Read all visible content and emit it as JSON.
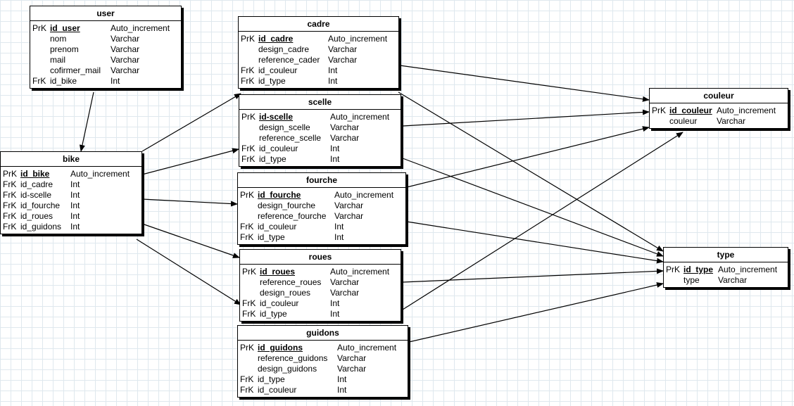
{
  "entities": [
    {
      "id": "user",
      "title": "user",
      "fields": [
        {
          "key": "PrK",
          "name": "id_user",
          "type": "Auto_increment",
          "pk": true
        },
        {
          "key": "",
          "name": "nom",
          "type": "Varchar"
        },
        {
          "key": "",
          "name": "prenom",
          "type": "Varchar"
        },
        {
          "key": "",
          "name": "mail",
          "type": "Varchar"
        },
        {
          "key": "",
          "name": "cofirmer_mail",
          "type": "Varchar"
        },
        {
          "key": "FrK",
          "name": "id_bike",
          "type": "Int"
        }
      ]
    },
    {
      "id": "bike",
      "title": "bike",
      "fields": [
        {
          "key": "PrK",
          "name": "id_bike",
          "type": "Auto_increment",
          "pk": true
        },
        {
          "key": "FrK",
          "name": "id_cadre",
          "type": "Int"
        },
        {
          "key": "FrK",
          "name": "id-scelle",
          "type": "Int"
        },
        {
          "key": "FrK",
          "name": "id_fourche",
          "type": "Int"
        },
        {
          "key": "FrK",
          "name": "id_roues",
          "type": "Int"
        },
        {
          "key": "FrK",
          "name": "id_guidons",
          "type": "Int"
        }
      ]
    },
    {
      "id": "cadre",
      "title": "cadre",
      "fields": [
        {
          "key": "PrK",
          "name": "id_cadre",
          "type": "Auto_increment",
          "pk": true
        },
        {
          "key": "",
          "name": "design_cadre",
          "type": "Varchar"
        },
        {
          "key": "",
          "name": "reference_cader",
          "type": "Varchar"
        },
        {
          "key": "FrK",
          "name": "id_couleur",
          "type": "Int"
        },
        {
          "key": "FrK",
          "name": "id_type",
          "type": "Int"
        }
      ]
    },
    {
      "id": "scelle",
      "title": "scelle",
      "fields": [
        {
          "key": "PrK",
          "name": "id-scelle",
          "type": "Auto_increment",
          "pk": true
        },
        {
          "key": "",
          "name": "design_scelle",
          "type": "Varchar"
        },
        {
          "key": "",
          "name": "reference_scelle",
          "type": "Varchar"
        },
        {
          "key": "FrK",
          "name": "id_couleur",
          "type": "Int"
        },
        {
          "key": "FrK",
          "name": "id_type",
          "type": "Int"
        }
      ]
    },
    {
      "id": "fourche",
      "title": "fourche",
      "fields": [
        {
          "key": "PrK",
          "name": "id_fourche",
          "type": "Auto_increment",
          "pk": true
        },
        {
          "key": "",
          "name": "design_fourche",
          "type": "Varchar"
        },
        {
          "key": "",
          "name": "reference_fourche",
          "type": "Varchar"
        },
        {
          "key": "FrK",
          "name": "id_couleur",
          "type": "Int"
        },
        {
          "key": "FrK",
          "name": "id_type",
          "type": "Int"
        }
      ]
    },
    {
      "id": "roues",
      "title": "roues",
      "fields": [
        {
          "key": "PrK",
          "name": "id_roues",
          "type": "Auto_increment",
          "pk": true
        },
        {
          "key": "",
          "name": "reference_roues",
          "type": "Varchar"
        },
        {
          "key": "",
          "name": "design_roues",
          "type": "Varchar"
        },
        {
          "key": "FrK",
          "name": "id_couleur",
          "type": "Int"
        },
        {
          "key": "FrK",
          "name": "id_type",
          "type": "Int"
        }
      ]
    },
    {
      "id": "guidons",
      "title": "guidons",
      "fields": [
        {
          "key": "PrK",
          "name": "id_guidons",
          "type": "Auto_increment",
          "pk": true
        },
        {
          "key": "",
          "name": "reference_guidons",
          "type": "Varchar"
        },
        {
          "key": "",
          "name": "design_guidons",
          "type": "Varchar"
        },
        {
          "key": "FrK",
          "name": "id_type",
          "type": "Int"
        },
        {
          "key": "FrK",
          "name": "id_couleur",
          "type": "Int"
        }
      ]
    },
    {
      "id": "couleur",
      "title": "couleur",
      "fields": [
        {
          "key": "PrK",
          "name": "id_couleur",
          "type": "Auto_increment",
          "pk": true
        },
        {
          "key": "",
          "name": "couleur",
          "type": "Varchar"
        }
      ]
    },
    {
      "id": "type",
      "title": "type",
      "fields": [
        {
          "key": "PrK",
          "name": "id_type",
          "type": "Auto_increment",
          "pk": true
        },
        {
          "key": "",
          "name": "type",
          "type": "Varchar"
        }
      ]
    }
  ],
  "relations": [
    {
      "from": "user",
      "to": "bike"
    },
    {
      "from": "bike",
      "to": "cadre"
    },
    {
      "from": "bike",
      "to": "scelle"
    },
    {
      "from": "bike",
      "to": "fourche"
    },
    {
      "from": "bike",
      "to": "roues"
    },
    {
      "from": "bike",
      "to": "guidons"
    },
    {
      "from": "cadre",
      "to": "couleur"
    },
    {
      "from": "cadre",
      "to": "type"
    },
    {
      "from": "scelle",
      "to": "couleur"
    },
    {
      "from": "scelle",
      "to": "type"
    },
    {
      "from": "fourche",
      "to": "couleur"
    },
    {
      "from": "fourche",
      "to": "type"
    },
    {
      "from": "roues",
      "to": "type"
    },
    {
      "from": "roues",
      "to": "couleur"
    },
    {
      "from": "guidons",
      "to": "type"
    }
  ],
  "colors": {
    "line": "#000000",
    "grid": "#dfe8ee",
    "background": "#ffffff"
  }
}
